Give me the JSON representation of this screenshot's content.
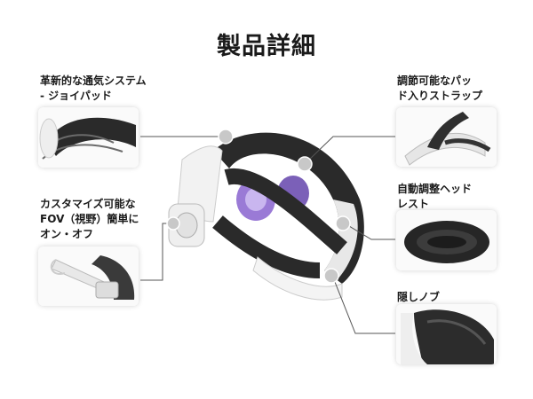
{
  "page": {
    "title": "製品詳細"
  },
  "features": [
    {
      "line1": "革新的な通気システム",
      "line2": "- ジョイパッド"
    },
    {
      "line1": "カスタマイズ可能な",
      "line2": "FOV（視野）簡単に",
      "line3": "オン・オフ"
    },
    {
      "line1": "調節可能なパッ",
      "line2": "ド入りストラップ"
    },
    {
      "line1": "自動調整ヘッド",
      "line2": "レスト"
    },
    {
      "line1": "隠しノブ"
    }
  ],
  "colors": {
    "accent_gray": "#555555",
    "strap_dark": "#2a2a2a",
    "shell_white": "#f2f2f2",
    "lens_purple": "#9a7ad6"
  }
}
